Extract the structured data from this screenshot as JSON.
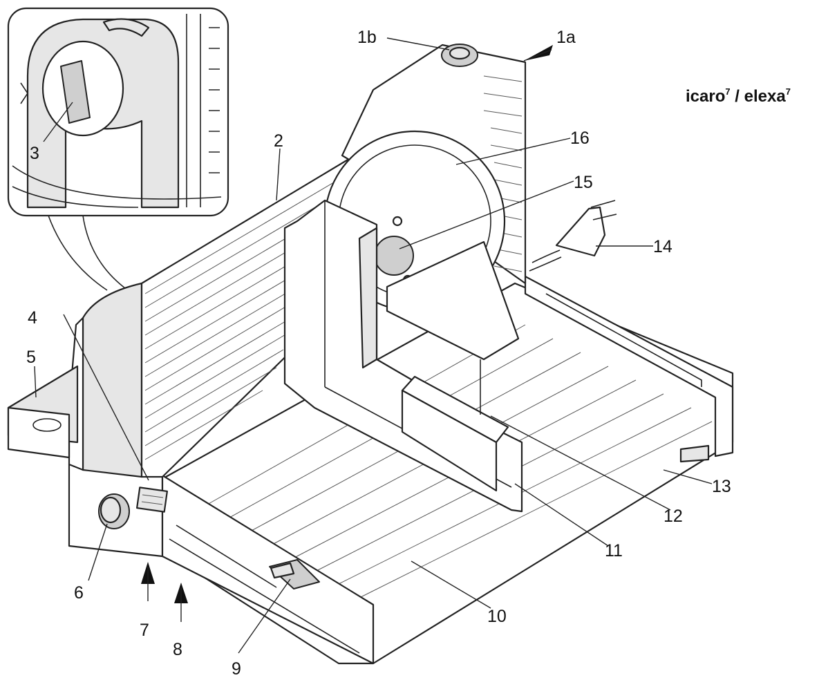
{
  "model": {
    "name": "icaro",
    "sup1": "7",
    "sep": " / ",
    "name2": "elexa",
    "sup2": "7"
  },
  "callouts": {
    "c1a": "1a",
    "c1b": "1b",
    "c2": "2",
    "c3": "3",
    "c4": "4",
    "c5": "5",
    "c6": "6",
    "c7": "7",
    "c8": "8",
    "c9": "9",
    "c10": "10",
    "c11": "11",
    "c12": "12",
    "c13": "13",
    "c14": "14",
    "c15": "15",
    "c16": "16"
  },
  "colors": {
    "line": "#222222",
    "fill_light": "#e6e6e6",
    "fill_dark": "#cfcfcf"
  }
}
